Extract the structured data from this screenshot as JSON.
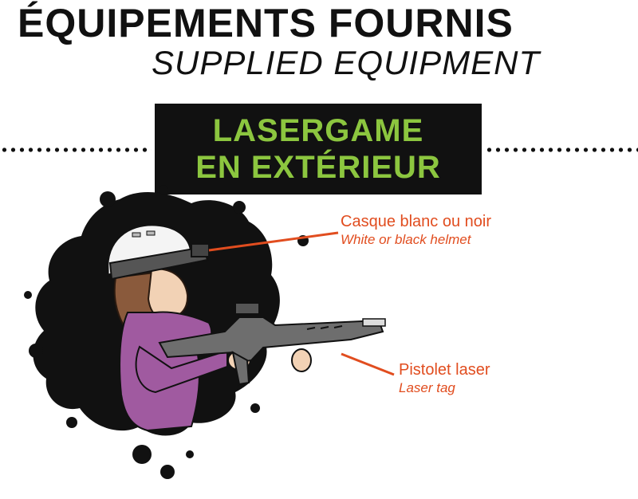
{
  "header": {
    "title_fr": "ÉQUIPEMENTS FOURNIS",
    "title_en": "SUPPLIED EQUIPMENT"
  },
  "banner": {
    "line1": "LASERGAME",
    "line2": "EN EXTÉRIEUR"
  },
  "callouts": {
    "helmet": {
      "fr": "Casque blanc ou noir",
      "en": "White or black helmet"
    },
    "gun": {
      "fr": "Pistolet laser",
      "en": "Laser tag"
    }
  },
  "colors": {
    "accent_green": "#8cc63f",
    "callout_orange": "#e14d1f",
    "banner_bg": "#111111",
    "shirt_purple": "#a05aa0"
  }
}
